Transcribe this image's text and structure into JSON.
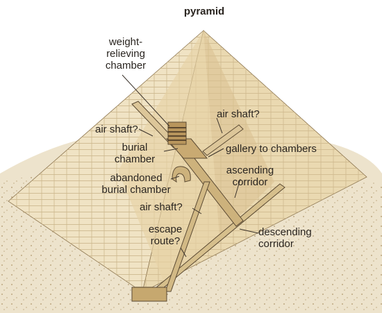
{
  "title": "pyramid",
  "labels": {
    "weight_relieving_chamber": [
      "weight-",
      "relieving",
      "chamber"
    ],
    "air_shaft_upper_right": "air shaft?",
    "air_shaft_left": "air shaft?",
    "burial_chamber": [
      "burial",
      "chamber"
    ],
    "gallery": "gallery to chambers",
    "ascending_corridor": [
      "ascending",
      "corridor"
    ],
    "abandoned_chamber": [
      "abandoned",
      "burial chamber"
    ],
    "air_shaft_lower": "air shaft?",
    "escape_route": [
      "escape",
      "route?"
    ],
    "descending_corridor": [
      "descending",
      "corridor"
    ]
  },
  "colors": {
    "stone_light": "#efe2c2",
    "stone_mid": "#e2cfa3",
    "stone_dark": "#c9ae7c",
    "ground": "#d8c59c",
    "line": "#3a322a"
  }
}
